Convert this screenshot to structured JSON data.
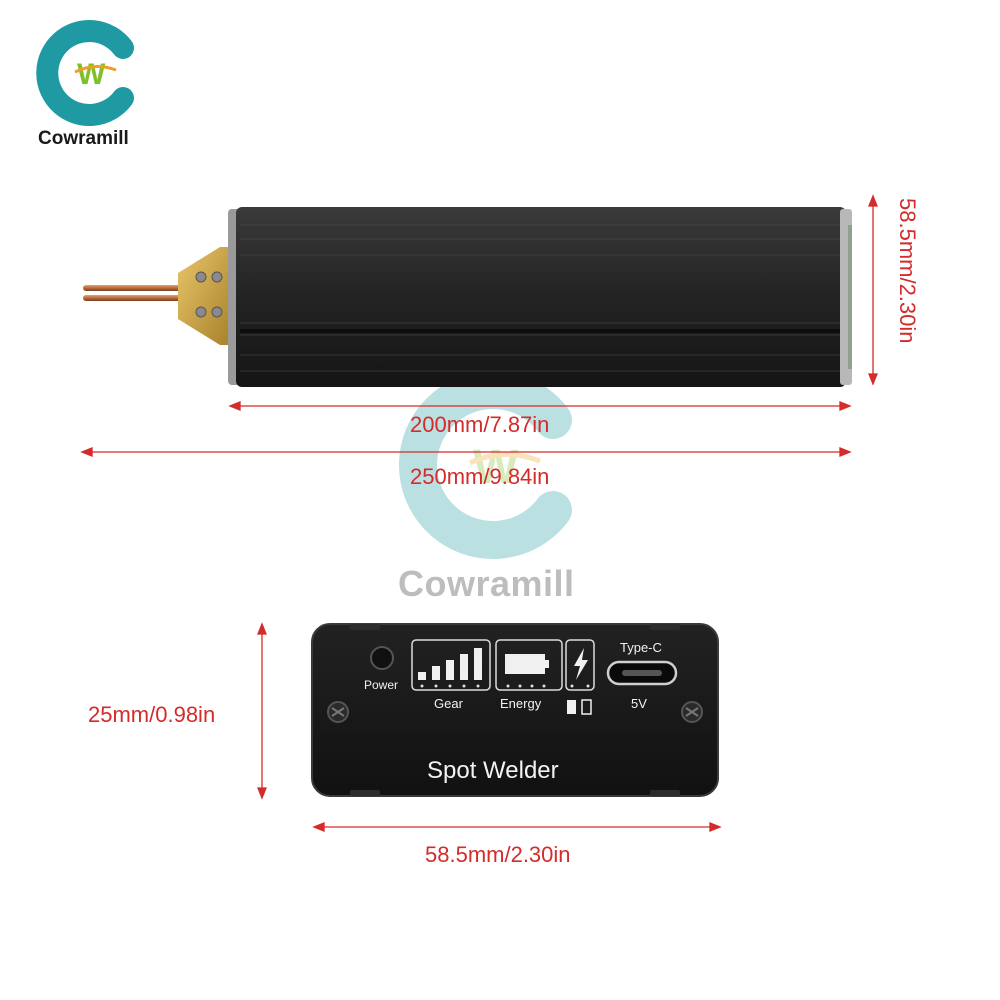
{
  "brand": {
    "name": "Cowramill",
    "watermark_text": "Cowramill",
    "colors": {
      "teal": "#1f9aa3",
      "green": "#7fbf2a",
      "orange": "#f0a020"
    }
  },
  "dimensions": {
    "width_body": "200mm/7.87in",
    "width_total": "250mm/9.84in",
    "height_body": "58.5mm/2.30in",
    "front_height": "25mm/0.98in",
    "front_width": "58.5mm/2.30in",
    "line_color": "#d42b2b"
  },
  "front_panel": {
    "power_label": "Power",
    "gear_label": "Gear",
    "energy_label": "Energy",
    "typec_label": "Type-C",
    "voltage_label": "5V",
    "title": "Spot Welder"
  }
}
